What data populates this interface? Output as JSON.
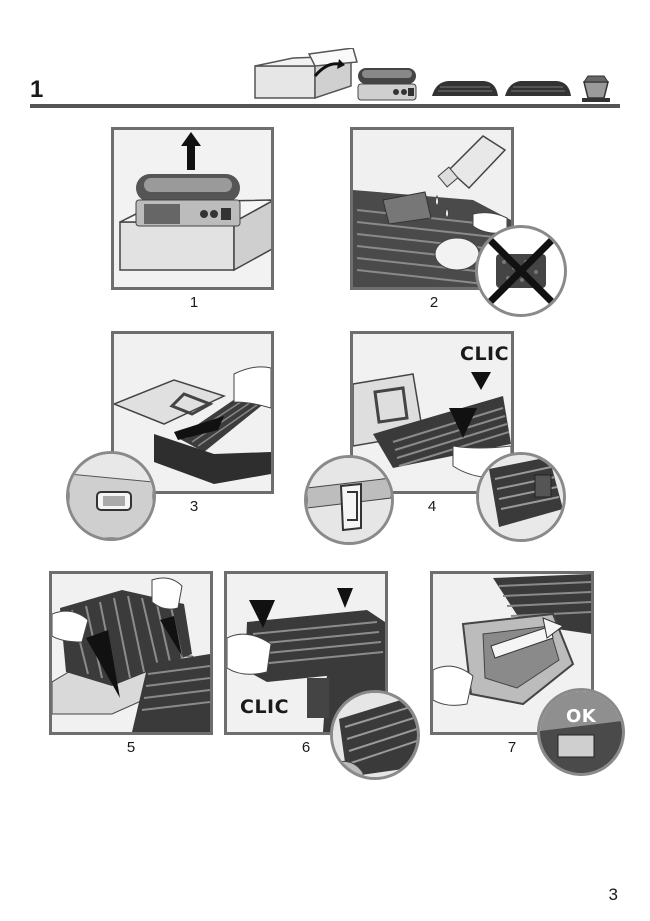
{
  "section": {
    "number": "1"
  },
  "steps": [
    {
      "caption": "1"
    },
    {
      "caption": "2"
    },
    {
      "caption": "3"
    },
    {
      "caption": "4",
      "badge": "CLIC"
    },
    {
      "caption": "5"
    },
    {
      "caption": "6",
      "badge": "CLIC"
    },
    {
      "caption": "7",
      "badge": "OK"
    }
  ],
  "page": {
    "number": "3"
  },
  "colors": {
    "frame": "#6e6e6e",
    "rule": "#555555",
    "plate": "#3a3a3a",
    "arrow": "#111111"
  }
}
